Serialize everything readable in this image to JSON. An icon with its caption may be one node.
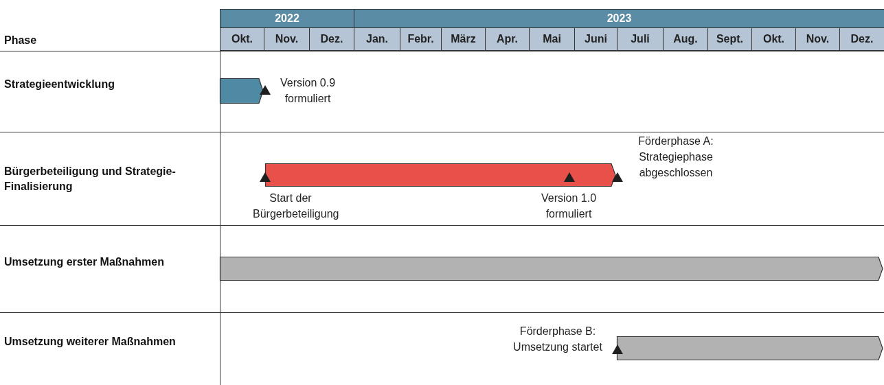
{
  "diagram": {
    "nodes": [
      {
        "text": [
          "Strategieentwicklung"
        ]
      },
      {
        "text": [],
        "shape": "bar",
        "in": 0
      },
      {
        "text": [],
        "shape": "triangle",
        "in": 0,
        "beside": [
          "Version 0.9 formuliert"
        ]
      },
      {
        "text": [
          "Bürgerbeteiligung und Strategie-Finalisierung"
        ]
      },
      {
        "text": [],
        "shape": "bar",
        "in": 3
      },
      {
        "text": [],
        "shape": "triangle",
        "in": 3,
        "beside": [
          "Start der Bürgerbeteiligung"
        ]
      },
      {
        "text": [],
        "shape": "triangle",
        "in": 4,
        "beside": [
          "Version 1.0 formuliert"
        ]
      },
      {
        "text": [],
        "shape": "triangle",
        "in": 3,
        "beside": [
          "Förderphase A: Strategiephase abgeschlossen"
        ]
      },
      {
        "text": [
          "Umsetzung erster Maßnahmen"
        ]
      },
      {
        "text": [],
        "shape": "bar",
        "in": 8
      },
      {
        "text": [
          "Umsetzung weiterer Maßnahmen"
        ]
      },
      {
        "text": [],
        "shape": "triangle",
        "in": 10,
        "beside": [
          "Förderphase B: Umsetzung startet"
        ]
      },
      {
        "text": [],
        "shape": "bar",
        "in": 10
      }
    ],
    "edges": [],
    "labels": [
      "2022",
      "2023",
      "Phase",
      "Okt.",
      "Nov.",
      "Dez.",
      "Jan.",
      "Febr.",
      "März",
      "Apr.",
      "Mai",
      "Juni",
      "Juli",
      "Aug.",
      "Sept.",
      "Okt.",
      "Nov.",
      "Dez."
    ]
  }
}
